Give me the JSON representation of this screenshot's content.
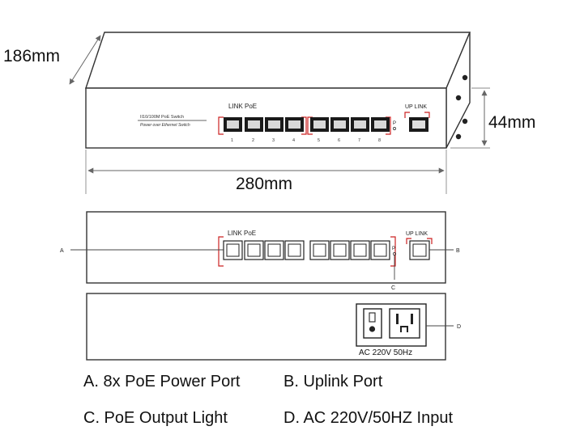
{
  "dimensions": {
    "depth": "186mm",
    "width": "280mm",
    "height": "44mm"
  },
  "front_panel_3d": {
    "model_line1": "II10/100M PoE Switch",
    "model_line2": "Power over Ethernet Switch",
    "port_group_label": "LINK  PoE",
    "uplink_label": "UP LINK",
    "port_numbers": [
      "1",
      "2",
      "3",
      "4",
      "5",
      "6",
      "7",
      "8"
    ],
    "side_label": "P"
  },
  "front_panel_flat": {
    "port_group_label": "LINK  PoE",
    "uplink_label": "UP LINK",
    "side_label": "P",
    "callout_a": "A",
    "callout_b": "B",
    "callout_c": "C"
  },
  "rear_panel": {
    "power_label": "AC  220V  50Hz",
    "callout_d": "D"
  },
  "legend": {
    "a": "A. 8x PoE Power Port",
    "b": "B. Uplink Port",
    "c": "C. PoE Output Light",
    "d": "D. AC 220V/50HZ Input"
  },
  "colors": {
    "line": "#333333",
    "accent": "#cc2222",
    "panel": "#ffffff"
  }
}
